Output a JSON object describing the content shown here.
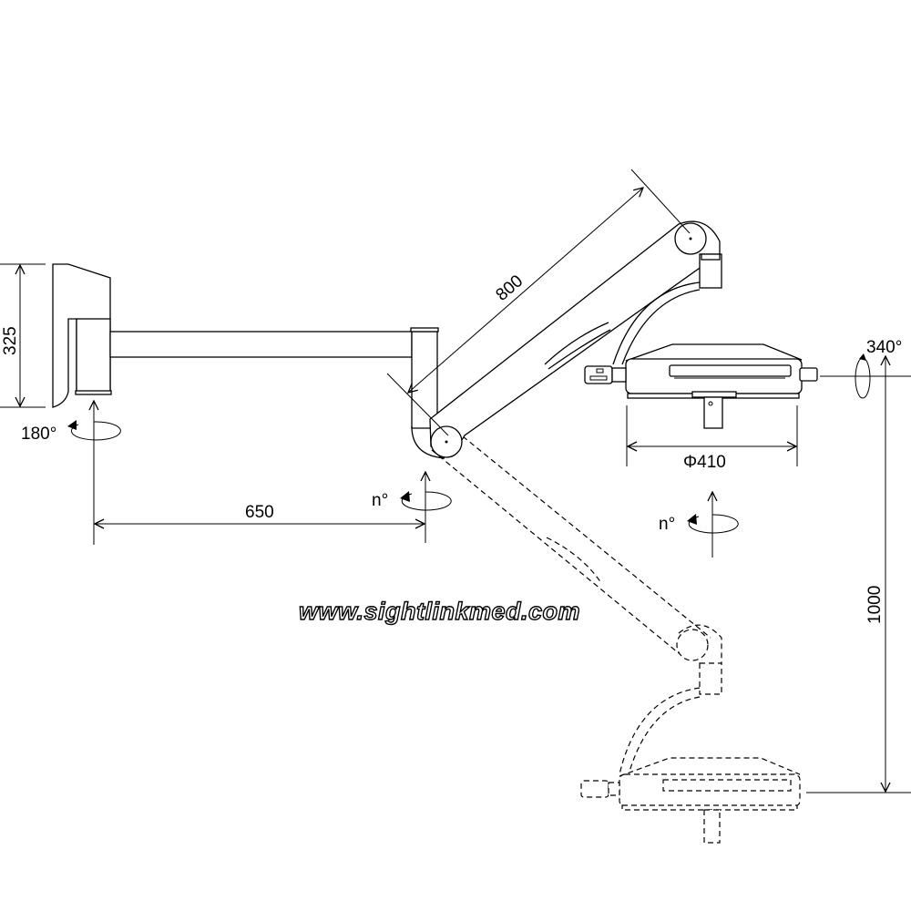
{
  "dimensions": {
    "wall_mount_height": "325",
    "horizontal_arm_length": "650",
    "spring_arm_length": "800",
    "lamp_head_diameter": "Φ410",
    "vertical_travel": "1000"
  },
  "rotations": {
    "wall_mount": "180°",
    "arm_joint": "n°",
    "lamp_joint": "n°",
    "lamp_head": "340°"
  },
  "watermark": "www.sightlinkmed.com",
  "colors": {
    "line": "#000000",
    "background": "#ffffff"
  }
}
